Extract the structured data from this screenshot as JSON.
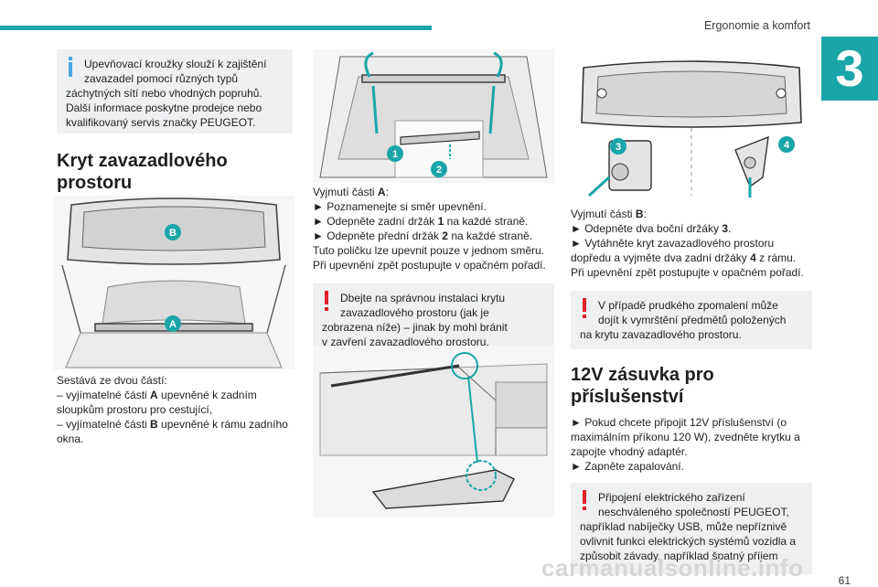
{
  "header": {
    "title": "Ergonomie a komfort",
    "chapter": "3",
    "page": "61"
  },
  "watermark": "carmanualsonline.info",
  "col1": {
    "info_box": {
      "line1": "Upevňovací kroužky slouží k zajištění",
      "line2": "zavazadel pomocí různých typů",
      "line3": "záchytných sítí nebo vhodných popruhů.",
      "line4": "Další informace poskytne prodejce nebo",
      "line5": "kvalifikovaný servis značky PEUGEOT."
    },
    "heading_line1": "Kryt zavazadlového",
    "heading_line2": "prostoru",
    "callout_a": "A",
    "callout_b": "B",
    "para": {
      "l1": "Sestává ze dvou částí:",
      "l2_pre": "– vyjímatelné části ",
      "l2_bold": "A",
      "l2_post": " upevněné k zadním",
      "l3": "sloupkům prostoru pro cestující,",
      "l4_pre": "– vyjímatelné části ",
      "l4_bold": "B",
      "l4_post": " upevněné k rámu zadního",
      "l5": "okna."
    }
  },
  "col2": {
    "callout_1": "1",
    "callout_2": "2",
    "para": {
      "l1_pre": "Vyjmutí části ",
      "l1_bold": "A",
      "l1_post": ":",
      "l2": "► Poznamenejte si směr upevnění.",
      "l3_pre": "► Odepněte zadní držák ",
      "l3_bold": "1",
      "l3_post": " na každé straně.",
      "l4_pre": "► Odepněte přední držák ",
      "l4_bold": "2",
      "l4_post": " na každé straně.",
      "l5": "Tuto poličku lze upevnit pouze v jednom směru.",
      "l6": "Při upevnění zpět postupujte v opačném pořadí."
    },
    "warn_box": {
      "line1": "Dbejte na správnou instalaci krytu",
      "line2": "zavazadlového prostoru (jak je",
      "line3": "zobrazena níže) – jinak by mohl bránit",
      "line4": "v zavření zavazadlového prostoru."
    }
  },
  "col3": {
    "callout_3": "3",
    "callout_4": "4",
    "para": {
      "l1_pre": "Vyjmutí části ",
      "l1_bold": "B",
      "l1_post": ":",
      "l2_pre": "► Odepněte dva boční držáky ",
      "l2_bold": "3",
      "l2_post": ".",
      "l3": "► Vytáhněte kryt zavazadlového prostoru",
      "l4_pre": "dopředu a vyjměte dva zadní držáky ",
      "l4_bold": "4",
      "l4_post": " z rámu.",
      "l5": "Při upevnění zpět postupujte v opačném pořadí."
    },
    "warn_box": {
      "line1": "V případě prudkého zpomalení může",
      "line2": "dojít k vymrštění předmětů položených",
      "line3": "na krytu zavazadlového prostoru."
    },
    "heading_line1": "12V zásuvka pro",
    "heading_line2": "příslušenství",
    "para2": {
      "l1": "► Pokud chcete připojit 12V příslušenství (o",
      "l2": "maximálním příkonu 120 W), zvedněte krytku a",
      "l3": "zapojte vhodný adaptér.",
      "l4": "► Zapněte zapalování."
    },
    "warn_box2": {
      "line1": "Připojení elektrického zařízení",
      "line2": "neschváleného společností PEUGEOT,",
      "line3": "například nabíječky USB, může nepříznivě",
      "line4": "ovlivnit funkci elektrických systémů vozidla a",
      "line5": "způsobit závady, například špatný příjem"
    }
  },
  "colors": {
    "accent": "#1aa6a8",
    "info": "#4aa6e0",
    "warning": "#e0202a",
    "box_bg": "#eef0f2"
  },
  "icons": [
    "info-icon",
    "warning-icon",
    "arrow-icon"
  ]
}
